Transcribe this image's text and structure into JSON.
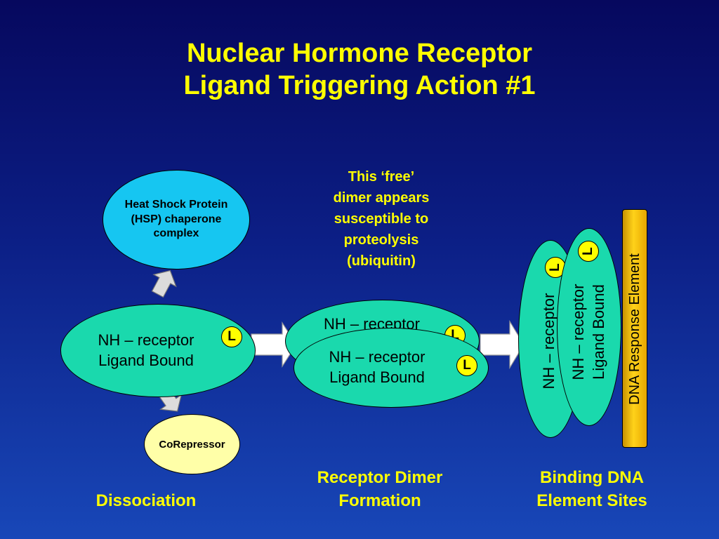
{
  "title": {
    "line1": "Nuclear Hormone Receptor",
    "line2": "Ligand Triggering Action #1"
  },
  "receptor": {
    "line1": "NH – receptor",
    "line2": "Ligand Bound",
    "ligand": "L"
  },
  "hsp": {
    "line1": "Heat Shock Protein",
    "line2": "(HSP) chaperone",
    "line3": "complex"
  },
  "corepressor": "CoRepressor",
  "free_dimer_note": {
    "line1": "This ‘free’",
    "line2": "dimer appears",
    "line3": "susceptible to",
    "line4": "proteolysis",
    "line5": "(ubiquitin)"
  },
  "dna_element": "DNA Response Element",
  "captions": {
    "dissociation": "Dissociation",
    "dimer_line1": "Receptor Dimer",
    "dimer_line2": "Formation",
    "binding_line1": "Binding DNA",
    "binding_line2": "Element Sites"
  },
  "colors": {
    "title": "#ffff00",
    "receptor_fill": "#1ad9ad",
    "hsp_fill": "#16c6f1",
    "corepressor_fill": "#ffffa8",
    "ligand_fill": "#ffff00",
    "dna_fill": "#ffd21a"
  }
}
